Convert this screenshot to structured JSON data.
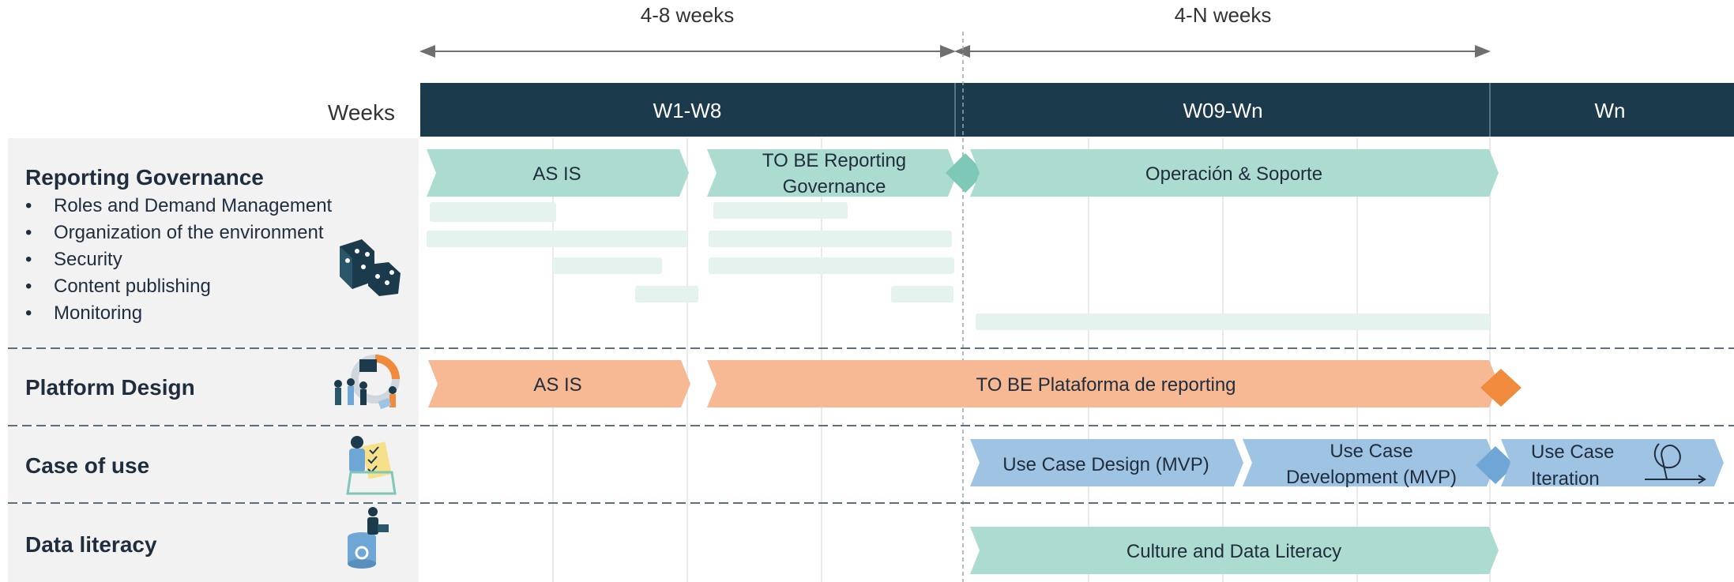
{
  "header": {
    "span_left": "4-8 weeks",
    "span_right": "4-N weeks",
    "weeks_label": "Weeks",
    "columns": [
      "W1-W8",
      "W09-Wn",
      "Wn"
    ]
  },
  "rows": {
    "reporting_governance": {
      "title": "Reporting Governance",
      "bullets": [
        "Roles and Demand Management",
        "Organization of the environment",
        "Security",
        "Content publishing",
        "Monitoring"
      ],
      "icon": "dice-icon",
      "bars": {
        "as_is": "AS IS",
        "to_be_line1": "TO BE Reporting",
        "to_be_line2": "Governance",
        "operacion": "Operación & Soporte"
      }
    },
    "platform_design": {
      "title": "Platform Design",
      "icon": "team-meeting-icon",
      "bars": {
        "as_is": "AS IS",
        "to_be": "TO BE Plataforma de reporting"
      }
    },
    "case_of_use": {
      "title": "Case of use",
      "icon": "checklist-person-icon",
      "bars": {
        "design": "Use Case Design (MVP)",
        "dev_line1": "Use Case",
        "dev_line2": "Development (MVP)",
        "iter_line1": "Use Case",
        "iter_line2": "Iteration"
      }
    },
    "data_literacy": {
      "title": "Data literacy",
      "icon": "database-person-icon",
      "bars": {
        "culture": "Culture and Data Literacy"
      }
    }
  },
  "colors": {
    "header_bg": "#1b3a4b",
    "teal": "#acdcd0",
    "teal_milestone": "#7ec8b7",
    "orange": "#f7b894",
    "orange_milestone": "#f08a3c",
    "blue": "#9fc3e3",
    "blue_milestone": "#6ea6d6",
    "row_bg": "#f2f2f2"
  }
}
